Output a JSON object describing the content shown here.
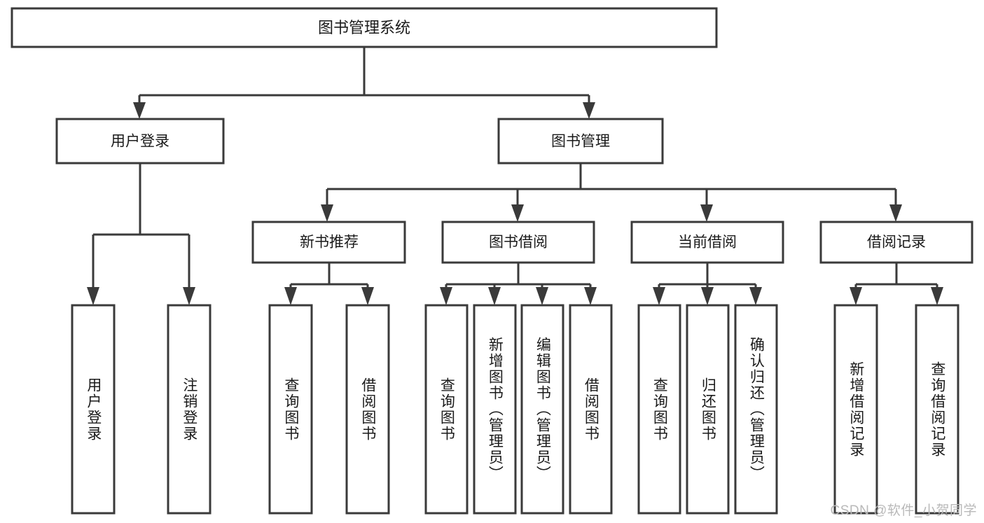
{
  "diagram": {
    "title": "图书管理系统",
    "watermark": "CSDN @软件_小贺同学",
    "stroke_color": "#3a3a3a",
    "box_fill": "#ffffff",
    "text_color": "#1a1a1a",
    "watermark_color": "#b9b9b9",
    "root": {
      "label": "图书管理系统"
    },
    "level2": [
      {
        "label": "用户登录"
      },
      {
        "label": "图书管理"
      }
    ],
    "level3": [
      {
        "label": "新书推荐"
      },
      {
        "label": "图书借阅"
      },
      {
        "label": "当前借阅"
      },
      {
        "label": "借阅记录"
      }
    ],
    "leaves": {
      "user_login": [
        {
          "label": "用户登录"
        },
        {
          "label": "注销登录"
        }
      ],
      "new_book_recommend": [
        {
          "label": "查询图书"
        },
        {
          "label": "借阅图书"
        }
      ],
      "book_borrow": [
        {
          "label": "查询图书"
        },
        {
          "label": "新增图书（管理员）"
        },
        {
          "label": "编辑图书（管理员）"
        },
        {
          "label": "借阅图书"
        }
      ],
      "current_borrow": [
        {
          "label": "查询图书"
        },
        {
          "label": "归还图书"
        },
        {
          "label": "确认归还（管理员）"
        }
      ],
      "borrow_record": [
        {
          "label": "新增借阅记录"
        },
        {
          "label": "查询借阅记录"
        }
      ]
    }
  }
}
